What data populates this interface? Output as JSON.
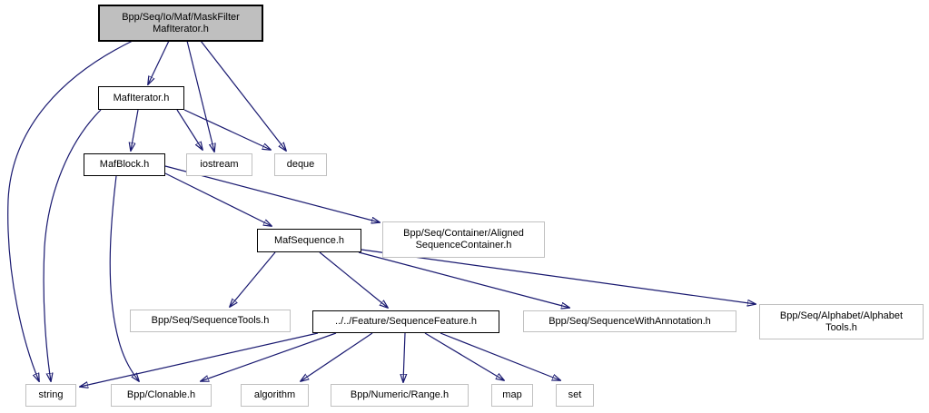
{
  "diagram": {
    "kind": "include-dependency-graph",
    "colors": {
      "edge": "#191970",
      "focus_fill": "#bfbfbf",
      "internal_border": "#000000",
      "external_border": "#c0c0c0",
      "background": "#ffffff"
    },
    "nodes": {
      "maskfilter": {
        "lines": [
          "Bpp/Seq/Io/Maf/MaskFilter",
          "MafIterator.h"
        ]
      },
      "mafiterator": {
        "lines": [
          "MafIterator.h"
        ]
      },
      "mafblock": {
        "lines": [
          "MafBlock.h"
        ]
      },
      "iostream": {
        "lines": [
          "iostream"
        ]
      },
      "deque": {
        "lines": [
          "deque"
        ]
      },
      "mafsequence": {
        "lines": [
          "MafSequence.h"
        ]
      },
      "alignedcontainer": {
        "lines": [
          "Bpp/Seq/Container/Aligned",
          "SequenceContainer.h"
        ]
      },
      "sequencetools": {
        "lines": [
          "Bpp/Seq/SequenceTools.h"
        ]
      },
      "sequencefeature": {
        "lines": [
          "../../Feature/SequenceFeature.h"
        ]
      },
      "seqwithannot": {
        "lines": [
          "Bpp/Seq/SequenceWithAnnotation.h"
        ]
      },
      "alphabettools": {
        "lines": [
          "Bpp/Seq/Alphabet/Alphabet",
          "Tools.h"
        ]
      },
      "string": {
        "lines": [
          "string"
        ]
      },
      "clonable": {
        "lines": [
          "Bpp/Clonable.h"
        ]
      },
      "algorithm": {
        "lines": [
          "algorithm"
        ]
      },
      "range": {
        "lines": [
          "Bpp/Numeric/Range.h"
        ]
      },
      "map": {
        "lines": [
          "map"
        ]
      },
      "set": {
        "lines": [
          "set"
        ]
      }
    },
    "edges": [
      {
        "from": "maskfilter",
        "to": "mafiterator"
      },
      {
        "from": "maskfilter",
        "to": "iostream"
      },
      {
        "from": "maskfilter",
        "to": "deque"
      },
      {
        "from": "maskfilter",
        "to": "string"
      },
      {
        "from": "mafiterator",
        "to": "mafblock"
      },
      {
        "from": "mafiterator",
        "to": "iostream"
      },
      {
        "from": "mafiterator",
        "to": "deque"
      },
      {
        "from": "mafiterator",
        "to": "string"
      },
      {
        "from": "mafblock",
        "to": "mafsequence"
      },
      {
        "from": "mafblock",
        "to": "alignedcontainer"
      },
      {
        "from": "mafblock",
        "to": "clonable"
      },
      {
        "from": "mafsequence",
        "to": "sequencetools"
      },
      {
        "from": "mafsequence",
        "to": "sequencefeature"
      },
      {
        "from": "mafsequence",
        "to": "seqwithannot"
      },
      {
        "from": "mafsequence",
        "to": "alphabettools"
      },
      {
        "from": "sequencefeature",
        "to": "string"
      },
      {
        "from": "sequencefeature",
        "to": "clonable"
      },
      {
        "from": "sequencefeature",
        "to": "algorithm"
      },
      {
        "from": "sequencefeature",
        "to": "range"
      },
      {
        "from": "sequencefeature",
        "to": "map"
      },
      {
        "from": "sequencefeature",
        "to": "set"
      }
    ]
  }
}
